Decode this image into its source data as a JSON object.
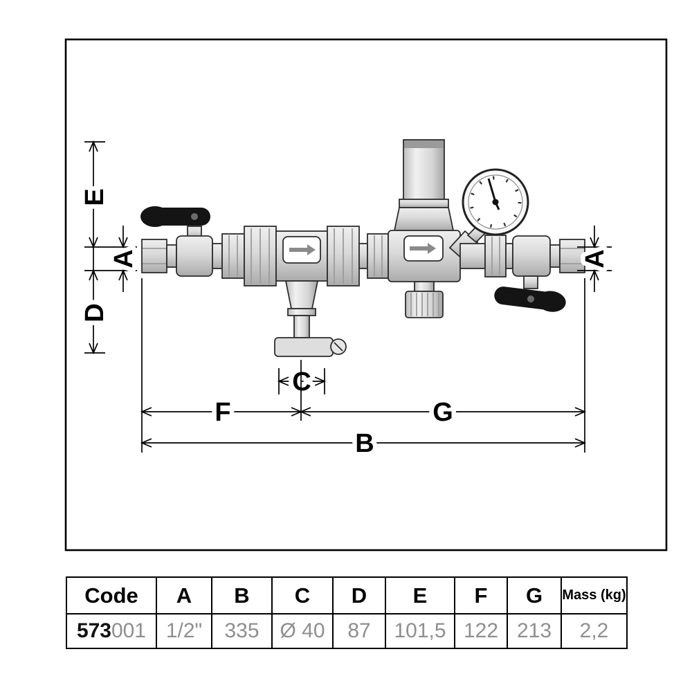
{
  "diagram": {
    "dims": {
      "e": "E",
      "a_left": "A",
      "d": "D",
      "a_right": "A",
      "c": "C",
      "f": "F",
      "g": "G",
      "b": "B"
    }
  },
  "table": {
    "headers": [
      "Code",
      "A",
      "B",
      "C",
      "D",
      "E",
      "F",
      "G",
      "Mass (kg)"
    ],
    "row": {
      "code_series": "573",
      "code_size": "001",
      "values": [
        "1/2\"",
        "335",
        "Ø 40",
        "87",
        "101,5",
        "122",
        "213",
        "2,2"
      ]
    }
  }
}
